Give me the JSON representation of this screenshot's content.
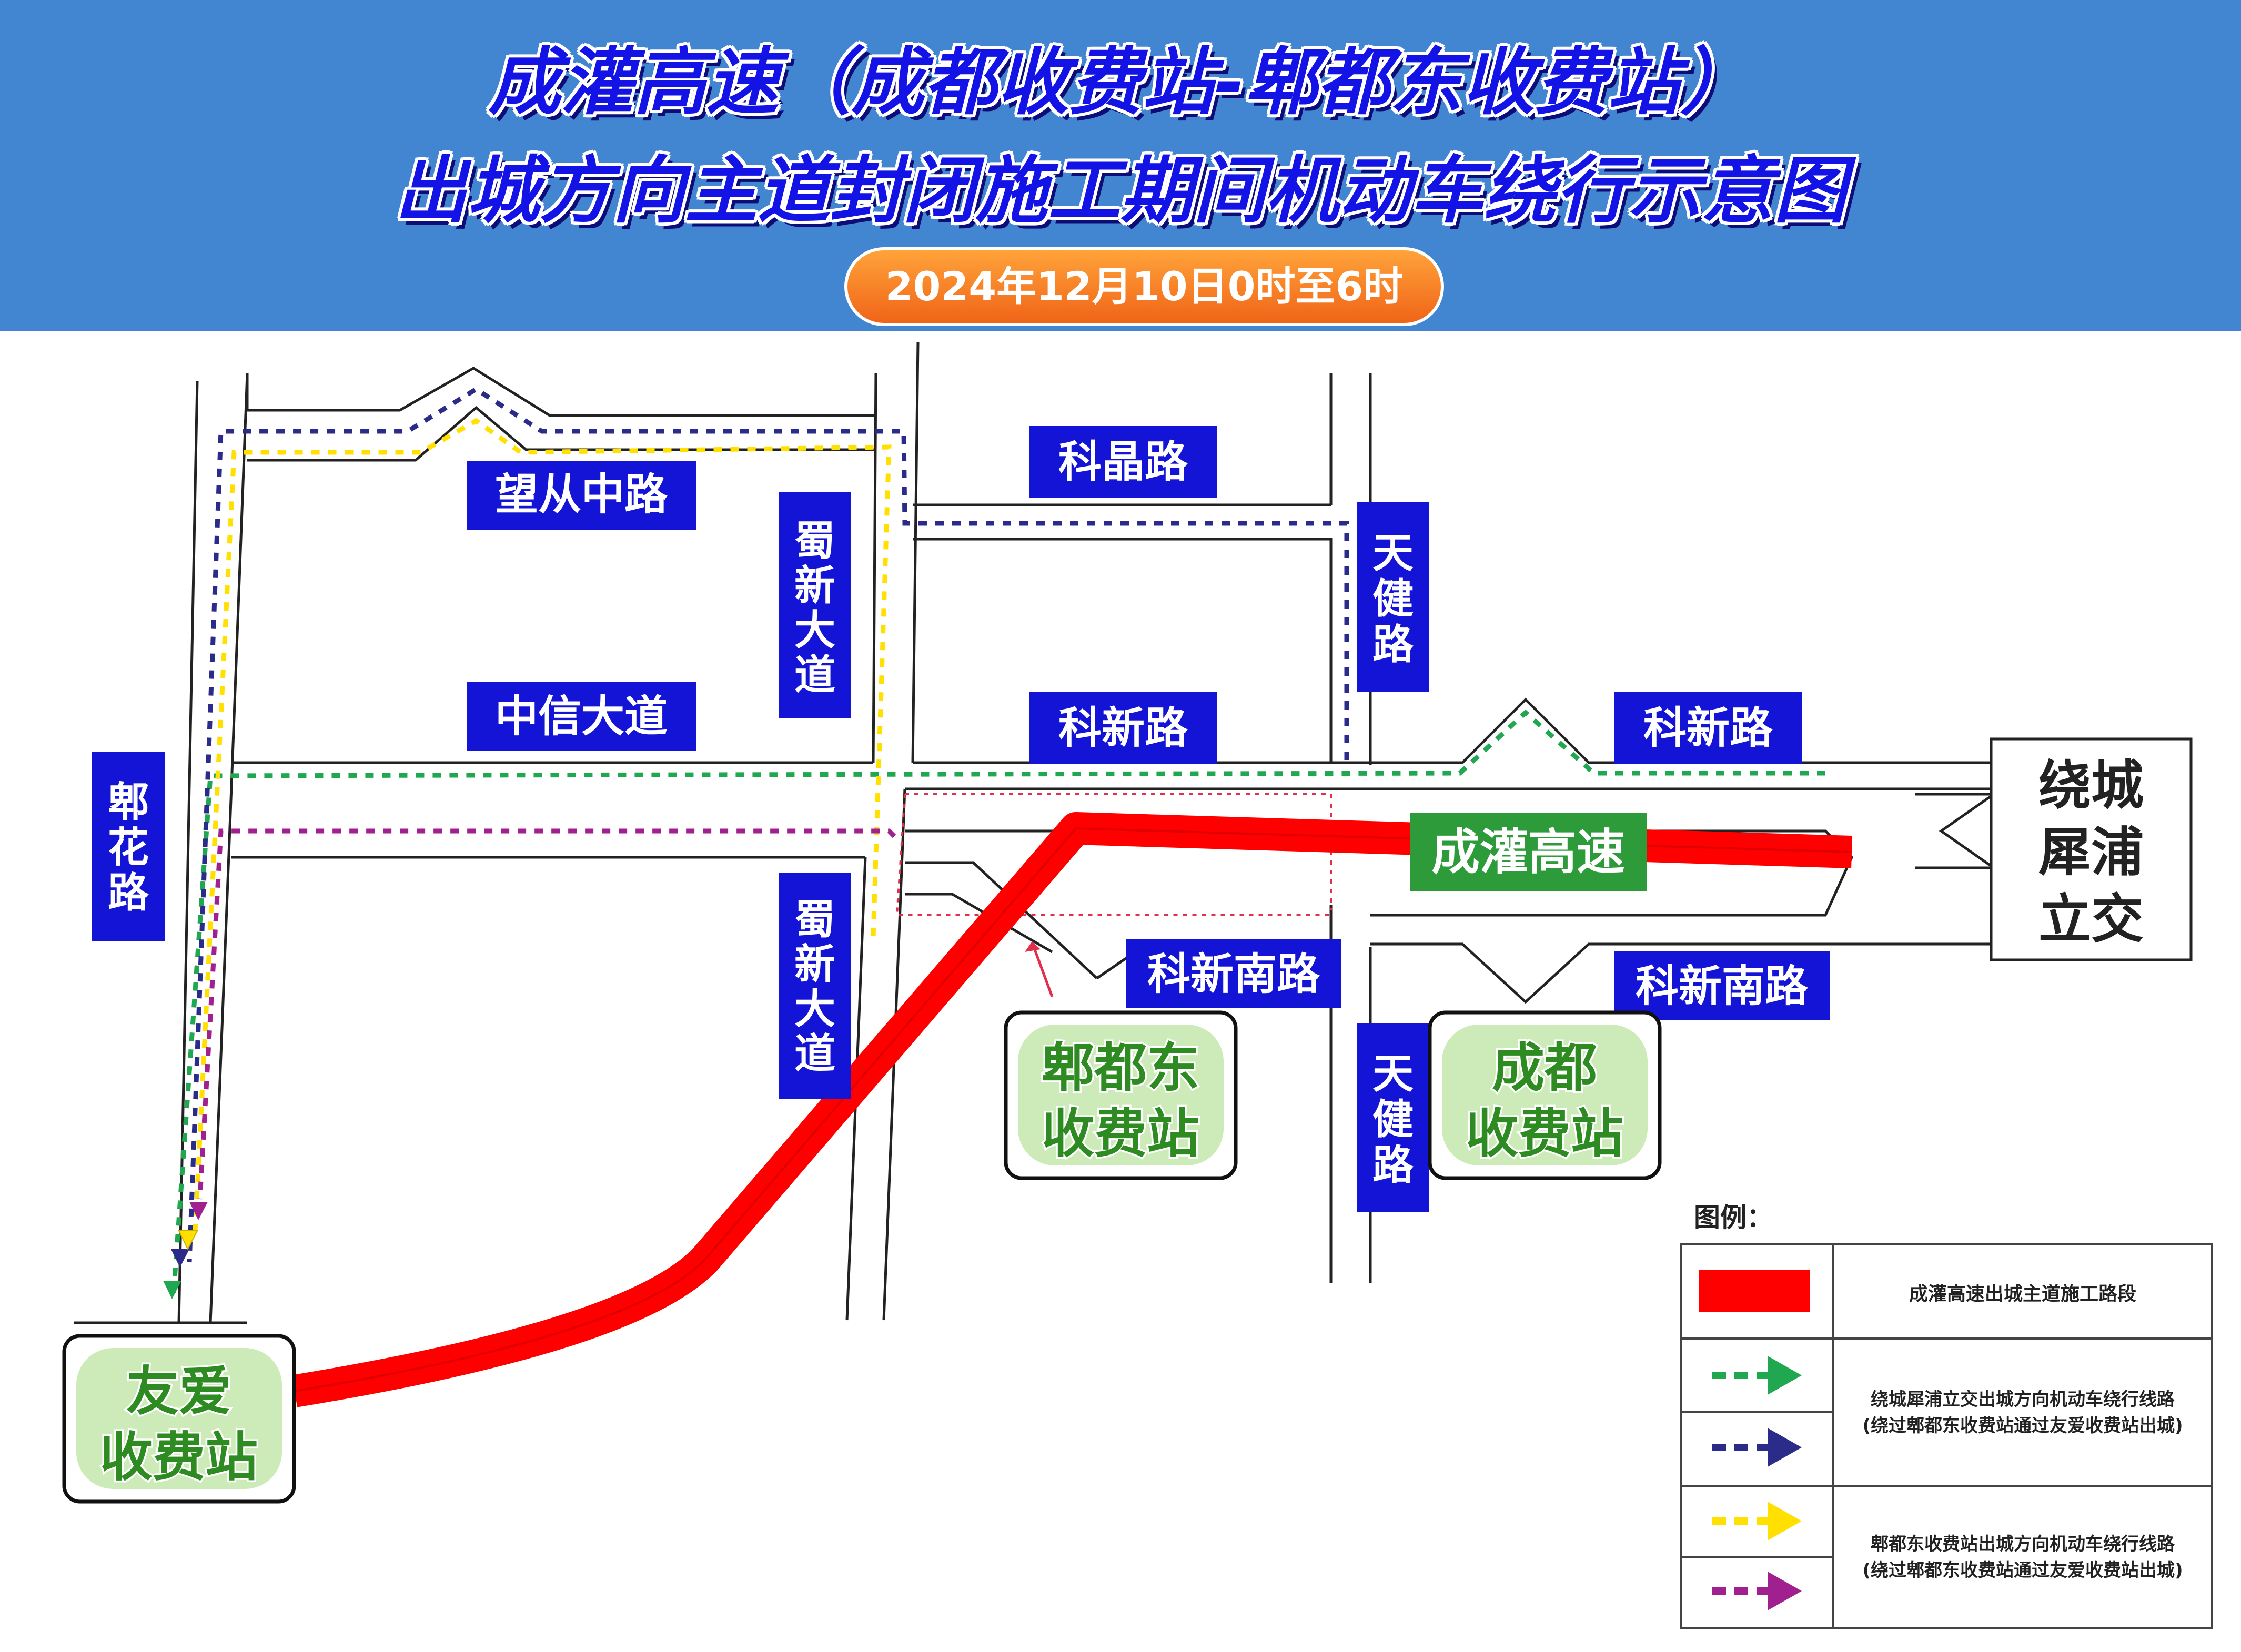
{
  "header": {
    "title_line1": "成灌高速（成都收费站-郫都东收费站）",
    "title_line2": "出城方向主道封闭施工期间机动车绕行示意图",
    "date_range": "2024年12月10日0时至6时"
  },
  "roads": {
    "wangcong": "望从中路",
    "zhongxin": "中信大道",
    "kejing": "科晶路",
    "kexin_1": "科新路",
    "kexin_2": "科新路",
    "kexin_south_1": "科新南路",
    "kexin_south_2": "科新南路",
    "shuxin_1": [
      "蜀",
      "新",
      "大",
      "道"
    ],
    "shuxin_2": [
      "蜀",
      "新",
      "大",
      "道"
    ],
    "tianjian_1": [
      "天",
      "健",
      "路"
    ],
    "tianjian_2": [
      "天",
      "健",
      "路"
    ],
    "pihua": [
      "郫",
      "花",
      "路"
    ],
    "chengguan": "成灌高速"
  },
  "stations": {
    "pidudong": [
      "郫都东",
      "收费站"
    ],
    "chengdu": [
      "成都",
      "收费站"
    ],
    "youai": [
      "友爱",
      "收费站"
    ]
  },
  "interchange": [
    "绕城",
    "犀浦",
    "立交"
  ],
  "legend": {
    "title": "图例：",
    "construction": "成灌高速出城主道施工路段",
    "route_a": [
      "绕城犀浦立交出城方向机动车绕行线路",
      "(绕过郫都东收费站通过友爱收费站出城)"
    ],
    "route_b": [
      "郫都东收费站出城方向机动车绕行线路",
      "(绕过郫都东收费站通过友爱收费站出城)"
    ]
  },
  "colors": {
    "header_bg": "#4286D2",
    "title": "#1313E6",
    "road_label_bg": "#1414D6",
    "construction": "#FF0000",
    "route_green": "#1FA84F",
    "route_navy": "#2B2B8A",
    "route_yellow": "#FFE000",
    "route_purple": "#A0208F",
    "station_green": "#2E8B22"
  },
  "icons": {
    "legend_arrow": "dashed-arrow-icon"
  }
}
